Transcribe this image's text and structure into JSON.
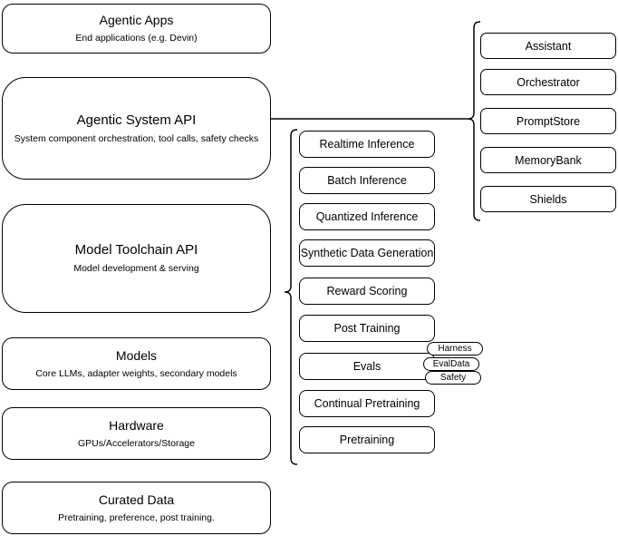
{
  "stack": [
    {
      "title": "Agentic Apps",
      "subtitle": "End applications (e.g. Devin)"
    },
    {
      "title": "Agentic System API",
      "subtitle": "System component orchestration, tool calls, safety checks"
    },
    {
      "title": "Model Toolchain API",
      "subtitle": "Model development & serving"
    },
    {
      "title": "Models",
      "subtitle": "Core LLMs, adapter weights, secondary models"
    },
    {
      "title": "Hardware",
      "subtitle": "GPUs/Accelerators/Storage"
    },
    {
      "title": "Curated Data",
      "subtitle": "Pretraining, preference, post training."
    }
  ],
  "toolchain_services": [
    {
      "label": "Realtime Inference"
    },
    {
      "label": "Batch Inference"
    },
    {
      "label": "Quantized Inference"
    },
    {
      "label": "Synthetic Data Generation"
    },
    {
      "label": "Reward Scoring"
    },
    {
      "label": "Post Training"
    },
    {
      "label": "Evals"
    },
    {
      "label": "Continual Pretraining"
    },
    {
      "label": "Pretraining"
    }
  ],
  "eval_tags": [
    {
      "label": "Harness"
    },
    {
      "label": "EvalData"
    },
    {
      "label": "Safety"
    }
  ],
  "agentic_components": [
    {
      "label": "Assistant"
    },
    {
      "label": "Orchestrator"
    },
    {
      "label": "PromptStore"
    },
    {
      "label": "MemoryBank"
    },
    {
      "label": "Shields"
    }
  ],
  "colors": {
    "stroke": "#000000",
    "fill": "#ffffff",
    "background": "#ffffff"
  }
}
